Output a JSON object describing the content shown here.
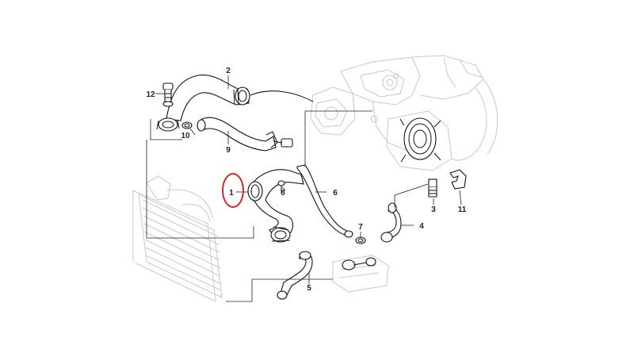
{
  "diagram": {
    "labels": {
      "p1": "1",
      "p2": "2",
      "p3": "3",
      "p4": "4",
      "p5": "5",
      "p6": "6",
      "p7": "7",
      "p8": "8",
      "p9": "9",
      "p10": "10",
      "p11": "11",
      "p12": "12"
    },
    "highlight_color": "#d0282e",
    "highlighted_label": "1"
  }
}
